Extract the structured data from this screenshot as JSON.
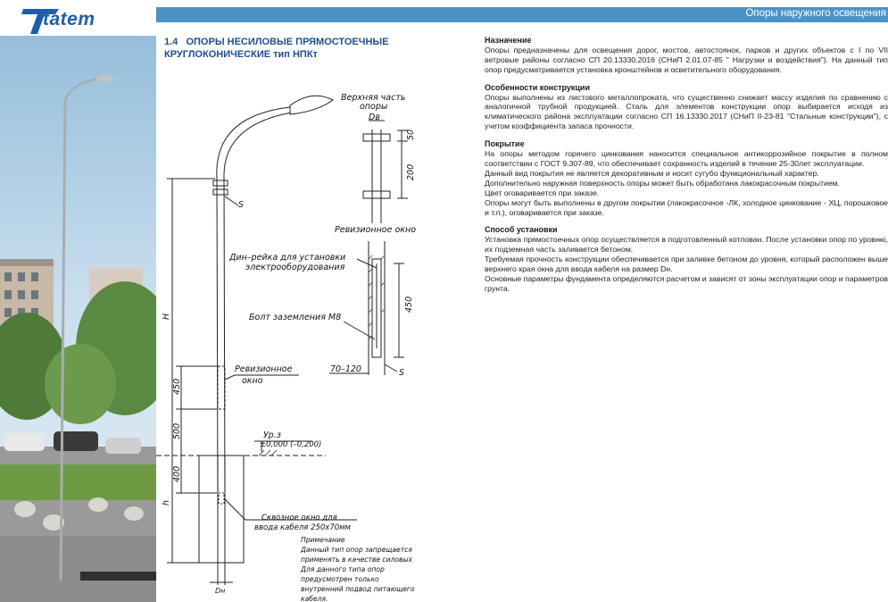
{
  "brand": {
    "logo_text": "tatem"
  },
  "header": {
    "title": "Опоры наружного освещения"
  },
  "section": {
    "number": "1.4",
    "title_line1": "ОПОРЫ НЕСИЛОВЫЕ ПРЯМОСТОЕЧНЫЕ",
    "title_line2": "КРУГЛОКОНИЧЕСКИЕ тип НПКт"
  },
  "drawing": {
    "labels": {
      "top_part": "Верхняя часть",
      "top_part2": "опоры",
      "db": "Dв",
      "d50": "50",
      "d200": "200",
      "rev_window_top": "Ревизионное окно",
      "din_rail": "Дин–рейка для установки",
      "din_rail2": "электрооборудования",
      "ground_bolt": "Болт заземления М8",
      "d450_right": "450",
      "range": "70–120",
      "s_right": "S",
      "s_left": "S",
      "rev_window": "Ревизионное",
      "rev_window2": "окно",
      "h": "H",
      "d450_left": "450",
      "d500": "500",
      "level": "Ур.з",
      "level_value": "±0,000 (–0,200)",
      "d400": "400",
      "h_small": "h",
      "cable_window": "Сквозное окно для",
      "cable_window2": "ввода кабеля 250х70мм",
      "dn": "Dн"
    },
    "note": {
      "title": "Примечание",
      "lines": [
        "Данный тип опор запрещается",
        "применять в качестве силовых",
        "Для данного типа опор",
        "предусмотрен только",
        "внутренний подвод питающего",
        "кабеля."
      ]
    }
  },
  "content": {
    "purpose": {
      "heading": "Назначение",
      "text": "Опоры предназначены для освещения дорог, мостов, автостоянок, парков и других объектов с I по VII ветровые районы согласно СП 20.13330.2016 (СНиП 2.01.07-85 \" Нагрузки и воздействия\"). На данный тип опор предусматривается установка кронштейнов и осветительного оборудования."
    },
    "features": {
      "heading": "Особенности конструкции",
      "text": "Опоры выполнены из листового металлопроката, что существенно снижает массу изделия по сравнению с аналогичной трубной продукцией. Сталь для элементов конструкции опор выбирается исходя из климатического района эксплуатации согласно СП 16.13330.2017 (СНиП II-23-81 \"Стальные конструкции\"), с учетом коэффициента запаса прочности."
    },
    "coating": {
      "heading": "Покрытие",
      "p1": "На опоры методом горячего цинкования наносится специальное антикоррозийное покрытие в полном соответствии с ГОСТ 9.307-89, что обеспечивает сохранность изделий в течение 25-30лет эксплуатации.",
      "p2": "Данный вид покрытия не является декоративным и носит сугубо функциональный характер.",
      "p3": "Дополнительно наружная поверхность опоры может быть обработана лакокрасочным покрытием.",
      "p4": "Цвет оговаривается при заказе.",
      "p5": "Опоры могут быть выполнены в другом покрытии (лакокрасочное -ЛК, холодное цинкование - ХЦ, порошковое и т.п.), оговаривается при заказе."
    },
    "installation": {
      "heading": "Способ установки",
      "p1": "Установка прямостоечных опор осуществляется в подготовленный котлован. После установки опор по уровню, их подземная часть заливается бетоном.",
      "p2": "Требуемая прочность конструкции обеспечивается при заливке бетоном до уровня, который расположен выше верхнего края окна для ввода кабеля на размер Dн.",
      "p3": "Основные параметры фундамента определяются расчетом и зависят от зоны эксплуатации опор и параметров грунта."
    }
  },
  "colors": {
    "header_bar": "#4b93c7",
    "title": "#1d4f8f",
    "logo": "#1d5fa8"
  }
}
